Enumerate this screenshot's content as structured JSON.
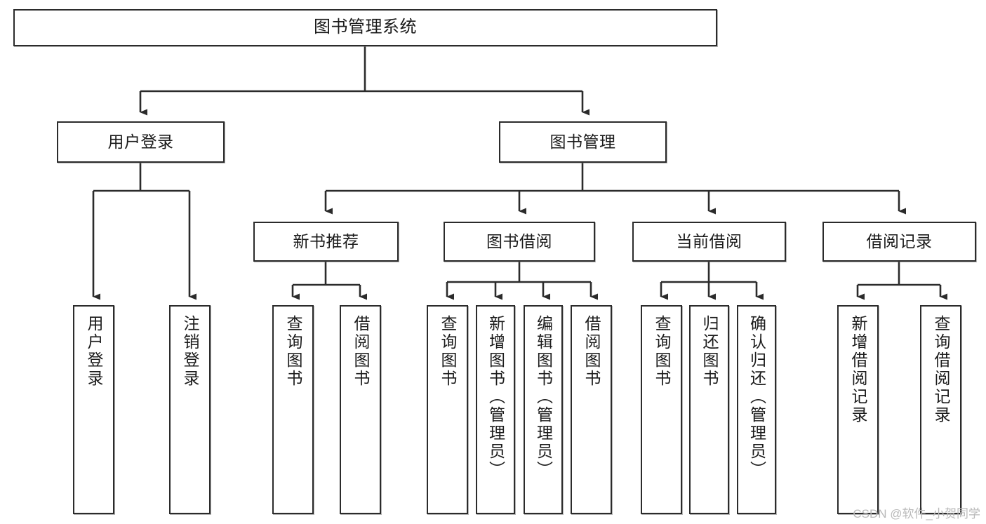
{
  "diagram": {
    "title": "图书管理系统",
    "type": "tree",
    "orientation": "top-down",
    "colors": {
      "node_border": "#2b2b2b",
      "node_fill": "#ffffff",
      "edge": "#2b2b2b",
      "text": "#1b1b1b",
      "watermark": "#b9b9b9",
      "background": "#ffffff"
    },
    "nodes": {
      "root": {
        "label": "图书管理系统"
      },
      "level2": [
        {
          "id": "user-login",
          "label": "用户登录"
        },
        {
          "id": "book-manage",
          "label": "图书管理"
        }
      ],
      "level3": [
        {
          "id": "new-book-rec",
          "label": "新书推荐"
        },
        {
          "id": "book-borrow",
          "label": "图书借阅"
        },
        {
          "id": "current-borrow",
          "label": "当前借阅"
        },
        {
          "id": "borrow-record",
          "label": "借阅记录"
        }
      ],
      "leaves": {
        "user_login": [
          {
            "id": "leaf-user-login",
            "label": "用户登录"
          },
          {
            "id": "leaf-logout",
            "label": "注销登录"
          }
        ],
        "new_book_rec": [
          {
            "id": "leaf-query-book-1",
            "label": "查询图书"
          },
          {
            "id": "leaf-borrow-book-1",
            "label": "借阅图书"
          }
        ],
        "book_borrow": [
          {
            "id": "leaf-query-book-2",
            "label": "查询图书"
          },
          {
            "id": "leaf-add-book",
            "label": "新增图书（管理员）"
          },
          {
            "id": "leaf-edit-book",
            "label": "编辑图书（管理员）"
          },
          {
            "id": "leaf-borrow-book-2",
            "label": "借阅图书"
          }
        ],
        "current_borrow": [
          {
            "id": "leaf-query-book-3",
            "label": "查询图书"
          },
          {
            "id": "leaf-return-book",
            "label": "归还图书"
          },
          {
            "id": "leaf-confirm-return",
            "label": "确认归还（管理员）"
          }
        ],
        "borrow_record": [
          {
            "id": "leaf-add-record",
            "label": "新增借阅记录"
          },
          {
            "id": "leaf-query-record",
            "label": "查询借阅记录"
          }
        ]
      }
    }
  },
  "watermark": {
    "text": "CSDN @软件_小贺同学"
  }
}
